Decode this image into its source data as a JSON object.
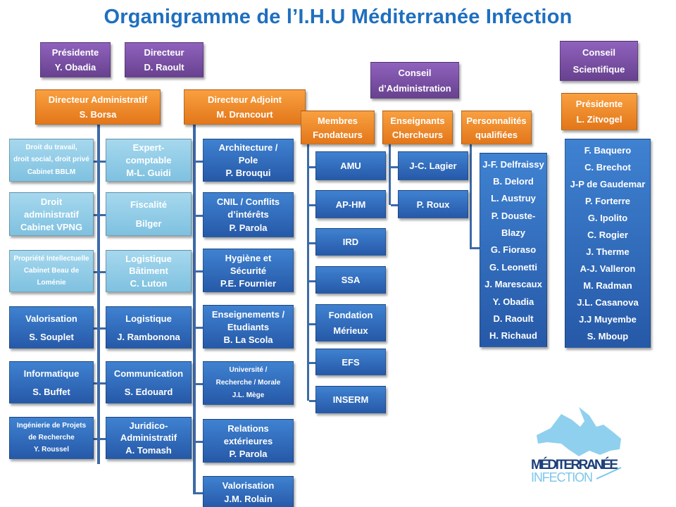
{
  "title": "Organigramme de l’I.H.U Méditerranée Infection",
  "top": {
    "presidente": [
      "Présidente",
      "Y. Obadia"
    ],
    "directeur": [
      "Directeur",
      "D. Raoult"
    ],
    "conseil_admin": [
      "Conseil",
      "d’Administration"
    ],
    "conseil_sci": [
      "Conseil",
      "Scientifique"
    ]
  },
  "dir_admin": [
    "Directeur Administratif",
    "S. Borsa"
  ],
  "dir_adjoint": [
    "Directeur Adjoint",
    "M. Drancourt"
  ],
  "admin_col1": [
    [
      "Droit du travail,",
      "droit social, droit privé",
      "Cabinet BBLM"
    ],
    [
      "Droit",
      "administratif",
      "Cabinet VPNG"
    ],
    [
      "Propriété Intellectuelle",
      "Cabinet Beau de",
      "Loménie"
    ],
    [
      "Valorisation",
      "S. Souplet"
    ],
    [
      "Informatique",
      "S. Buffet"
    ],
    [
      "Ingénierie de Projets",
      "de Recherche",
      "Y. Roussel"
    ]
  ],
  "admin_col2": [
    [
      "Expert-",
      "comptable",
      "M-L. Guidi"
    ],
    [
      "Fiscalité",
      "Bilger"
    ],
    [
      "Logistique",
      "Bâtiment",
      "C. Luton"
    ],
    [
      "Logistique",
      "J. Rambonona"
    ],
    [
      "Communication",
      "S. Edouard"
    ],
    [
      "Juridico-",
      "Administratif",
      "A. Tomash"
    ]
  ],
  "adjoint_col": [
    [
      "Architecture /",
      "Pole",
      "P. Brouqui"
    ],
    [
      "CNIL / Conflits",
      "d’intérêts",
      "P. Parola"
    ],
    [
      "Hygiène et",
      "Sécurité",
      "P.E. Fournier"
    ],
    [
      "Enseignements /",
      "Etudiants",
      "B. La Scola"
    ],
    [
      "Université /",
      "Recherche / Morale",
      "J.L. Mège"
    ],
    [
      "Relations",
      "extérieures",
      "P. Parola"
    ],
    [
      "Valorisation",
      "J.M. Rolain"
    ]
  ],
  "membres": [
    "Membres",
    "Fondateurs"
  ],
  "enseignants": [
    "Enseignants",
    "Chercheurs"
  ],
  "personnalites": [
    "Personnalités",
    "qualifiées"
  ],
  "membres_list": [
    [
      "AMU"
    ],
    [
      "AP-HM"
    ],
    [
      "IRD"
    ],
    [
      "SSA"
    ],
    [
      "Fondation",
      "Mérieux"
    ],
    [
      "EFS"
    ],
    [
      "INSERM"
    ]
  ],
  "enseignants_list": [
    [
      "J-C. Lagier"
    ],
    [
      "P. Roux"
    ]
  ],
  "personnalites_list": [
    "J-F. Delfraissy",
    "B. Delord",
    "L. Austruy",
    "P. Douste-",
    "Blazy",
    "G. Fioraso",
    "G. Leonetti",
    "J. Marescaux",
    "Y. Obadia",
    "D. Raoult",
    "H. Richaud"
  ],
  "sci_presidente": [
    "Présidente",
    "L. Zitvogel"
  ],
  "sci_list": [
    "F. Baquero",
    "C. Brechot",
    "J-P de Gaudemar",
    "P. Forterre",
    "G. Ipolito",
    "C. Rogier",
    "J. Therme",
    "A-J. Valleron",
    "M. Radman",
    "J.L. Casanova",
    "J.J Muyembe",
    "S. Mboup"
  ],
  "logo": {
    "line1": "MÉDITERRANÉE",
    "line2": "INFECTION"
  },
  "colors": {
    "title": "#1f6fbf",
    "blue": "#2f6bbd",
    "light": "#8fcbe6",
    "purple": "#7a50a6",
    "orange": "#f08a2c"
  }
}
